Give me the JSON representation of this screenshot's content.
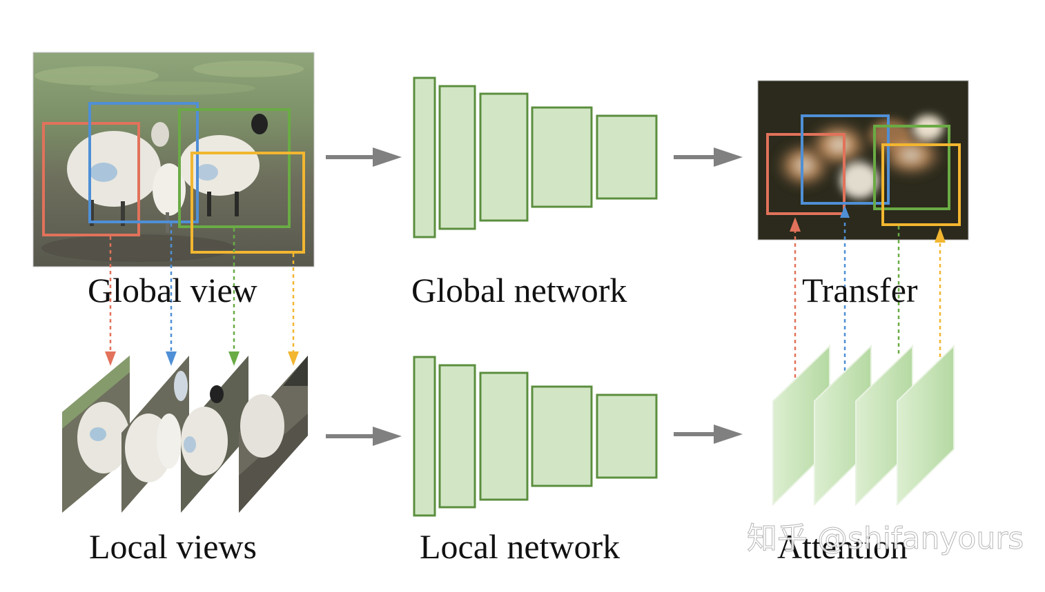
{
  "labels": {
    "global_view": "Global view",
    "global_network": "Global network",
    "transfer": "Transfer",
    "local_views": "Local views",
    "local_network": "Local network",
    "attention": "Attention"
  },
  "watermark": "知乎 @shifanyours",
  "colors": {
    "red": "#e2725b",
    "blue": "#4f8fd6",
    "green": "#6aab45",
    "yellow": "#f2b630",
    "network_fill": "#d2e6c6",
    "network_stroke": "#5b8e3e",
    "arrow": "#808080",
    "attention_plane": "#b9dca6"
  }
}
